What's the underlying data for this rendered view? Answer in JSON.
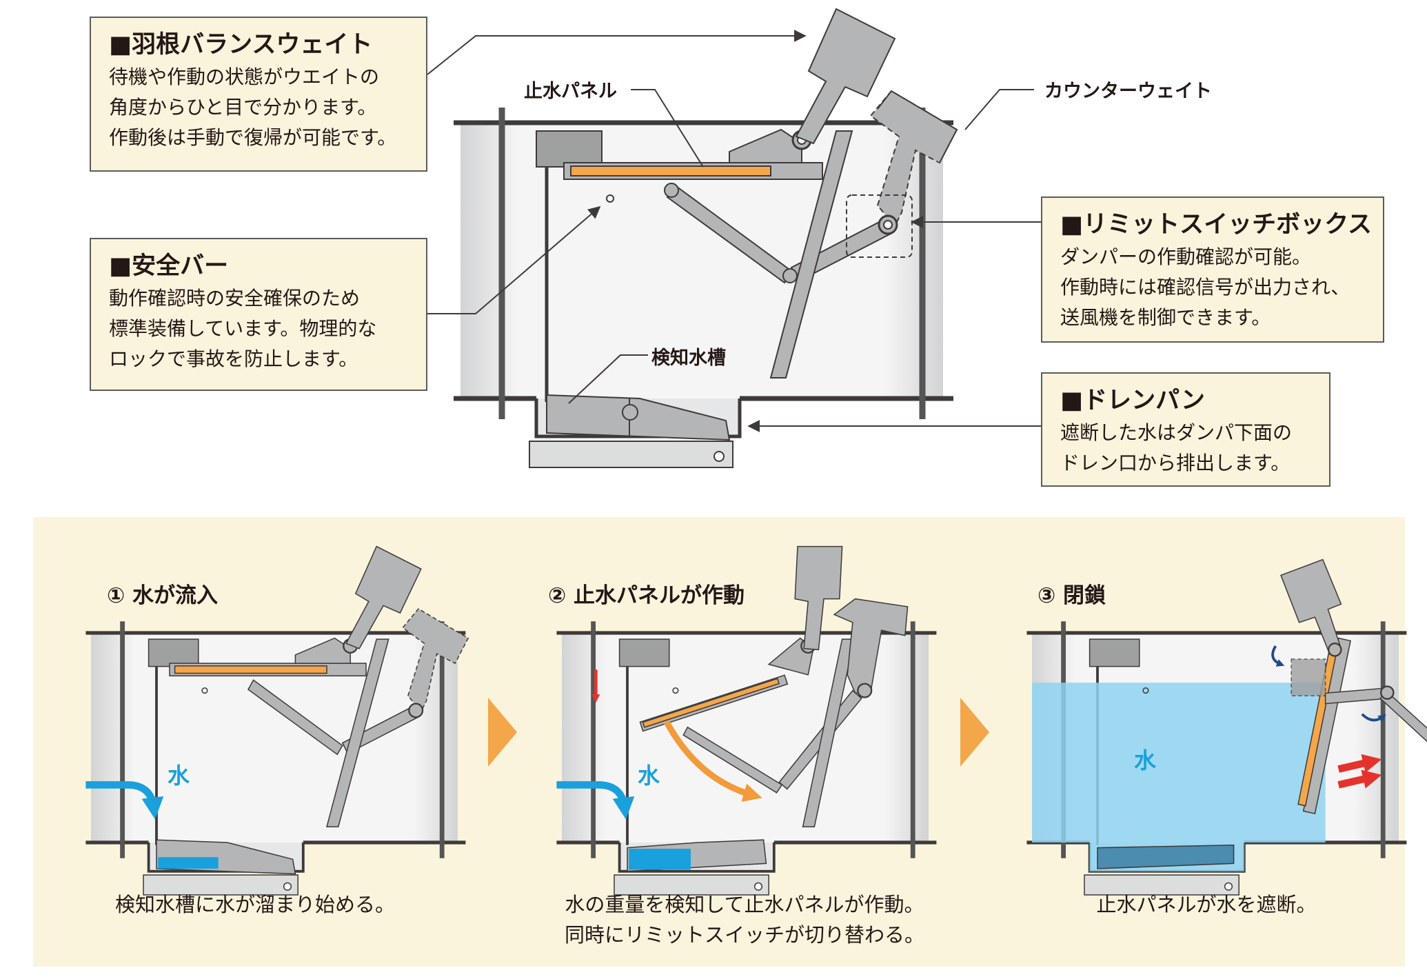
{
  "callouts": {
    "balance_weight": {
      "title": "■羽根バランスウェイト",
      "lines": [
        "待機や作動の状態がウエイトの",
        "角度からひと目で分かります。",
        "作動後は手動で復帰が可能です。"
      ]
    },
    "safety_bar": {
      "title": "■安全バー",
      "lines": [
        "動作確認時の安全確保のため",
        "標準装備しています。物理的な",
        "ロックで事故を防止します。"
      ]
    },
    "limit_switch": {
      "title": "■リミットスイッチボックス",
      "lines": [
        "ダンパーの作動確認が可能。",
        "作動時には確認信号が出力され、",
        "送風機を制御できます。"
      ]
    },
    "drain_pan": {
      "title": "■ドレンパン",
      "lines": [
        "遮断した水はダンパ下面の",
        "ドレン口から排出します。"
      ]
    }
  },
  "labels": {
    "stop_panel": "止水パネル",
    "counterweight": "カウンターウェイト",
    "detection_tank": "検知水槽"
  },
  "steps": [
    {
      "title": "① 水が流入",
      "water_label": "水",
      "caption": [
        "検知水槽に水が溜まり始める。"
      ]
    },
    {
      "title": "② 止水パネルが作動",
      "water_label": "水",
      "caption": [
        "水の重量を検知して止水パネルが作動。",
        "同時にリミットスイッチが切り替わる。"
      ]
    },
    {
      "title": "③ 閉鎖",
      "water_label": "水",
      "caption": [
        "止水パネルが水を遮断。"
      ]
    }
  ],
  "colors": {
    "callout_bg": "#fbf4dd",
    "duct_fill": "#e6e7e8",
    "metal": "#b4b5b6",
    "outline": "#3e3a39",
    "panel_orange": "#f4a64a",
    "water_blue": "#1aa0dc",
    "water_fill": "#8fd3f0",
    "arrow_orange": "#f39a3b",
    "arrow_red": "#e6322c",
    "arrow_navy": "#1f4a8a"
  }
}
